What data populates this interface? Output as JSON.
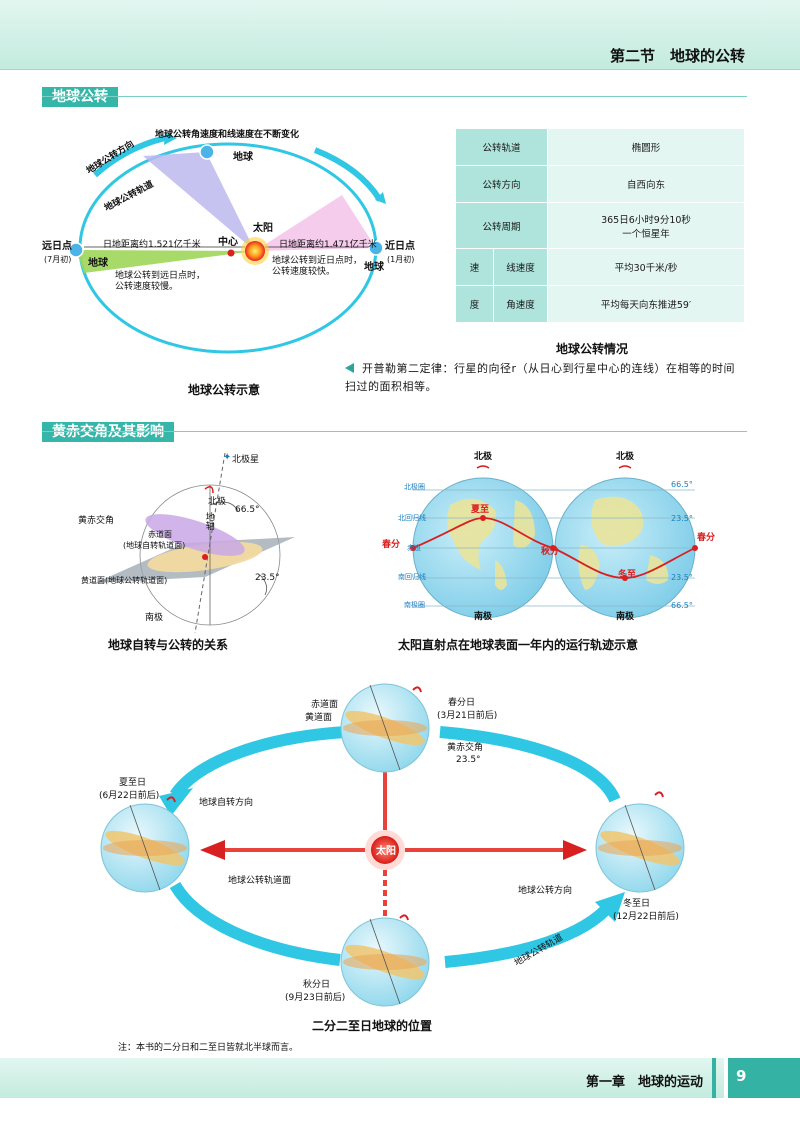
{
  "header": {
    "title": "第二节　地球的公转"
  },
  "section1": {
    "title": "地球公转",
    "orbit_diagram": {
      "top_note": "地球公转角速度和线速度在不断变化",
      "direction": "地球公转方向",
      "orbit": "地球公转轨道",
      "earth": "地球",
      "sun": "太阳",
      "center": "中心",
      "aphelion": "远日点",
      "aphelion_date": "(7月初)",
      "perihelion": "近日点",
      "perihelion_date": "(1月初)",
      "far_distance": "日地距离约1.521亿千米",
      "near_distance": "日地距离约1.471亿千米",
      "far_speed": "地球公转到远日点时，\n公转速度较慢。",
      "near_speed": "地球公转到近日点时，\n公转速度较快。",
      "caption": "地球公转示意"
    },
    "table": {
      "rows": [
        {
          "label": "公转轨道",
          "value": "椭圆形"
        },
        {
          "label": "公转方向",
          "value": "自西向东"
        },
        {
          "label": "公转周期",
          "value_line1": "365日6小时9分10秒",
          "value_line2": "一个恒星年"
        }
      ],
      "speed_chars": [
        "速",
        "度"
      ],
      "speed_rows": [
        {
          "label": "线速度",
          "value": "平均30千米/秒"
        },
        {
          "label": "角速度",
          "value": "平均每天向东推进59′"
        }
      ],
      "caption": "地球公转情况"
    },
    "kepler": "开普勒第二定律：行星的向径r（从日心到行星中心的连线）在相等的时间扫过的面积相等。"
  },
  "section2": {
    "title": "黄赤交角及其影响",
    "tilt_diagram": {
      "polaris": "北极星",
      "north": "北极",
      "axis": "地轴",
      "angle1": "66.5°",
      "obliquity": "黄赤交角",
      "equator_plane": "赤道面",
      "equator_sub": "(地球自转轨道面)",
      "ecliptic_plane": "黄道面(地球公转轨道面)",
      "angle2": "23.5°",
      "south": "南极",
      "caption": "地球自转与公转的关系"
    },
    "globes": {
      "north": "北极",
      "south": "南极",
      "summer": "夏至",
      "spring": "春分",
      "autumn": "秋分",
      "winter": "冬至",
      "spring2": "春分",
      "lat_n665": "66.5°",
      "lat_n235": "23.5°",
      "lat_s235": "23.5°",
      "lat_s665": "66.5°",
      "left_lines": [
        "北极圈",
        "北回归线",
        "赤道",
        "南回归线",
        "南极圈"
      ],
      "caption": "太阳直射点在地球表面一年内的运行轨迹示意"
    },
    "seasons": {
      "equator_plane": "赤道面",
      "ecliptic_plane": "黄道面",
      "spring_day": "春分日",
      "spring_date": "(3月21日前后)",
      "obliquity": "黄赤交角",
      "obliquity_value": "23.5°",
      "summer_day": "夏至日",
      "summer_date": "(6月22日前后)",
      "rotation_dir": "地球自转方向",
      "sun": "太阳",
      "orbit_plane": "地球公转轨道面",
      "revolution_dir": "地球公转方向",
      "winter_day": "冬至日",
      "winter_date": "(12月22日前后)",
      "autumn_day": "秋分日",
      "autumn_date": "(9月23日前后)",
      "orbit": "地球公转轨道",
      "caption": "二分二至日地球的位置"
    }
  },
  "note": "注：本书的二分日和二至日皆就北半球而言。",
  "footer": {
    "chapter": "第一章　地球的运动",
    "page": "9"
  },
  "colors": {
    "accent": "#35b6a8",
    "sun": "#e8261f",
    "earth_orbit": "#2fc7e3",
    "highlight_green": "#9ed65a"
  }
}
